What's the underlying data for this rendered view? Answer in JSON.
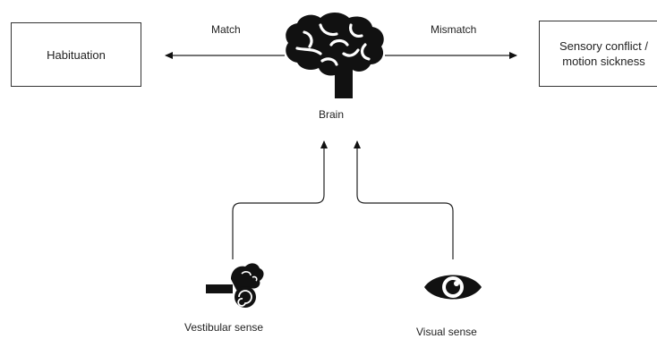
{
  "nodes": {
    "habituation": {
      "label": "Habituation"
    },
    "conflict": {
      "label": "Sensory conflict / motion sickness"
    },
    "brain": {
      "label": "Brain",
      "icon": "brain-icon"
    },
    "vestibular": {
      "label": "Vestibular sense",
      "icon": "inner-ear-icon"
    },
    "visual": {
      "label": "Visual sense",
      "icon": "eye-icon"
    }
  },
  "edges": {
    "match": {
      "label": "Match",
      "from": "brain",
      "to": "habituation"
    },
    "mismatch": {
      "label": "Mismatch",
      "from": "brain",
      "to": "conflict"
    },
    "vestibular_to_brain": {
      "from": "vestibular",
      "to": "brain"
    },
    "visual_to_brain": {
      "from": "visual",
      "to": "brain"
    }
  }
}
